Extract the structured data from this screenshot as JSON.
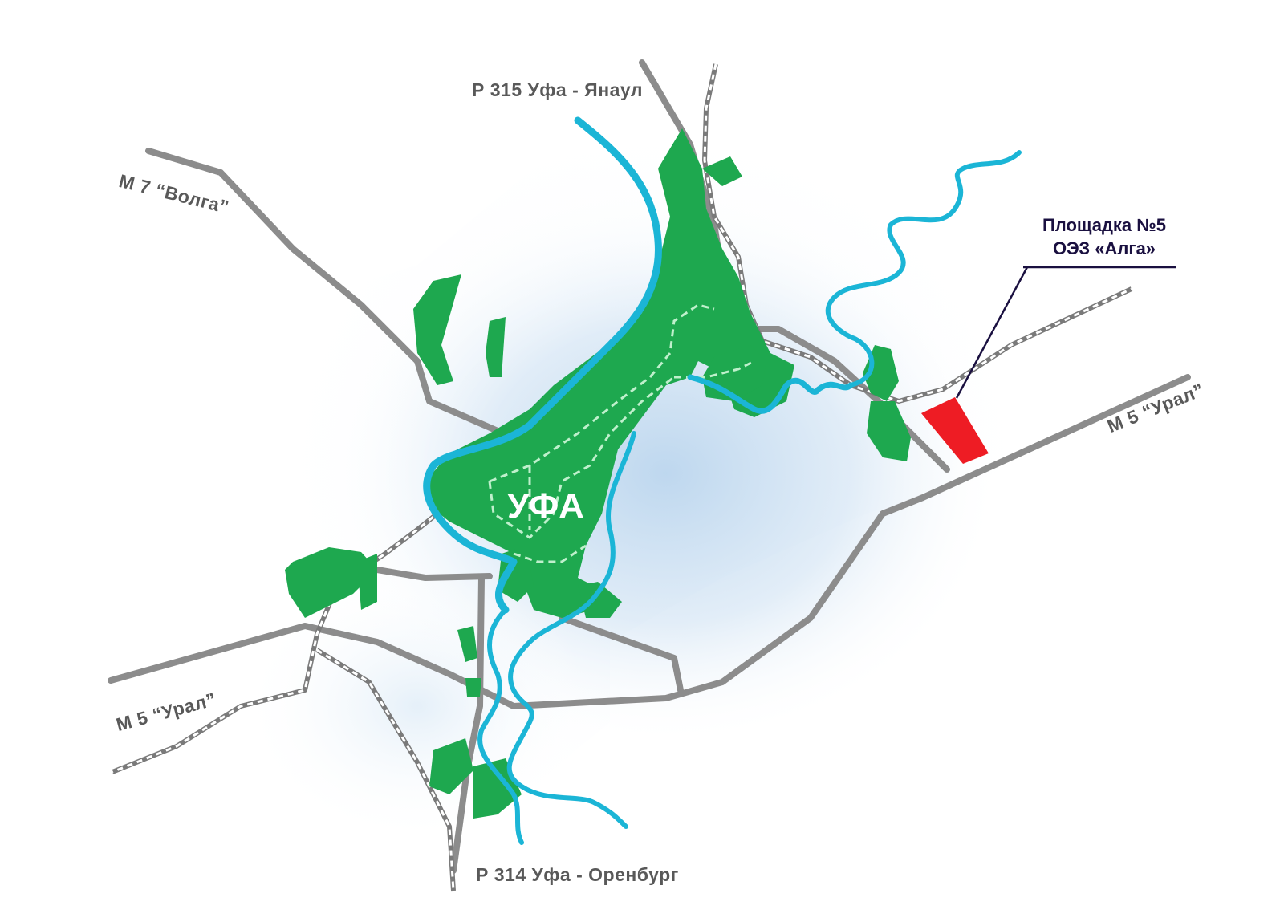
{
  "map": {
    "city": "УФА",
    "roads": {
      "r315": "Р 315 Уфа - Янаул",
      "m7": "М 7 “Волга”",
      "m5_east": "М 5 “Урал”",
      "m5_west": "М 5 “Урал”",
      "r314": "Р 314 Уфа - Оренбург"
    },
    "callout": {
      "line1": "Площадка №5",
      "line2": "ОЭЗ «Алга»"
    },
    "colors": {
      "city_area": "#1ea84f",
      "river": "#1bb5d6",
      "road": "#8c8c8c",
      "railway": "#7a7a7a",
      "site": "#ee1c24",
      "glow": "#cfe2f3",
      "callout_line": "#1a1040"
    }
  }
}
